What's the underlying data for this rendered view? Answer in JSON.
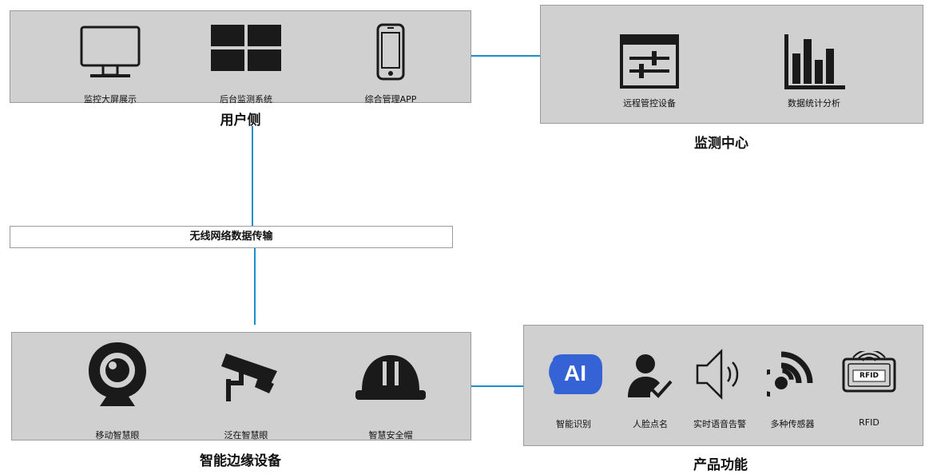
{
  "colors": {
    "panel": "#d0d0d0",
    "connector": "#1a8fcb",
    "icon": "#1a1a1a",
    "ai_badge": "#3563d6"
  },
  "user_side": {
    "title": "用户侧",
    "items": [
      {
        "label": "监控大屏展示",
        "icon": "monitor-icon"
      },
      {
        "label": "后台监测系统",
        "icon": "grid-icon"
      },
      {
        "label": "综合管理APP",
        "icon": "phone-icon"
      }
    ]
  },
  "monitor_center": {
    "title": "监测中心",
    "items": [
      {
        "label": "远程管控设备",
        "icon": "control-panel-icon"
      },
      {
        "label": "数据统计分析",
        "icon": "bar-chart-icon"
      }
    ]
  },
  "network": {
    "label": "无线网络数据传输"
  },
  "edge_devices": {
    "title": "智能边缘设备",
    "items": [
      {
        "label": "移动智慧眼",
        "icon": "webcam-icon"
      },
      {
        "label": "泛在智慧眼",
        "icon": "cctv-camera-icon"
      },
      {
        "label": "智慧安全帽",
        "icon": "hardhat-icon"
      }
    ]
  },
  "product_features": {
    "title": "产品功能",
    "items": [
      {
        "label": "智能识别",
        "icon": "ai-icon",
        "badge": "AI"
      },
      {
        "label": "人脸点名",
        "icon": "person-check-icon"
      },
      {
        "label": "实时语音告警",
        "icon": "speaker-icon"
      },
      {
        "label": "多种传感器",
        "icon": "wireless-signal-icon"
      },
      {
        "label": "RFID",
        "icon": "rfid-icon",
        "badge": "RFID"
      }
    ]
  }
}
